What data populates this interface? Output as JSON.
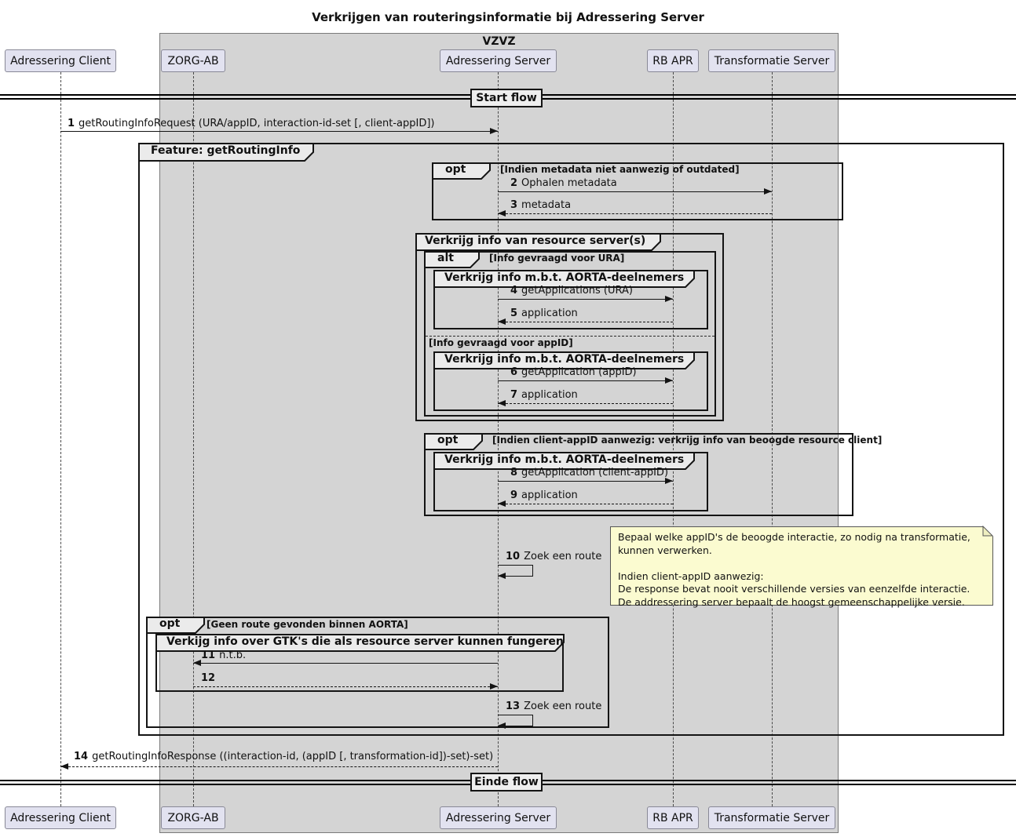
{
  "diagram_title": "Verkrijgen van routeringsinformatie bij Adressering Server",
  "container": {
    "label": "VZVZ"
  },
  "participants": [
    "Adressering Client",
    "ZORG-AB",
    "Adressering Server",
    "RB APR",
    "Transformatie Server"
  ],
  "dividers": {
    "start": "Start flow",
    "end": "Einde flow"
  },
  "frames": {
    "feature": {
      "label": "Feature: getRoutingInfo"
    },
    "opt_metadata": {
      "operator": "opt",
      "guard": "[Indien metadata niet aanwezig of outdated]"
    },
    "group_resource": {
      "label": "Verkrijg info van resource server(s)"
    },
    "alt": {
      "operator": "alt",
      "guard_ura": "[Info gevraagd voor URA]",
      "guard_appid": "[Info gevraagd voor appID]"
    },
    "group_aorta_1": {
      "label": "Verkrijg info m.b.t. AORTA-deelnemers"
    },
    "group_aorta_2": {
      "label": "Verkrijg info m.b.t. AORTA-deelnemers"
    },
    "opt_client": {
      "operator": "opt",
      "guard": "[Indien client-appID aanwezig: verkrijg info van beoogde resource client]"
    },
    "group_aorta_3": {
      "label": "Verkrijg info m.b.t. AORTA-deelnemers"
    },
    "opt_no_route": {
      "operator": "opt",
      "guard": "[Geen route gevonden binnen AORTA]"
    },
    "group_gtk": {
      "label": "Verkijg info over GTK's die als resource server kunnen fungeren"
    }
  },
  "messages": [
    {
      "num": "1",
      "text": "getRoutingInfoRequest (URA/appID, interaction-id-set [, client-appID])"
    },
    {
      "num": "2",
      "text": "Ophalen metadata"
    },
    {
      "num": "3",
      "text": "metadata"
    },
    {
      "num": "4",
      "text": "getApplications (URA)"
    },
    {
      "num": "5",
      "text": "application"
    },
    {
      "num": "6",
      "text": "getApplication (appID)"
    },
    {
      "num": "7",
      "text": "application"
    },
    {
      "num": "8",
      "text": "getApplication (client-appID)"
    },
    {
      "num": "9",
      "text": "application"
    },
    {
      "num": "10",
      "text": "Zoek een route"
    },
    {
      "num": "11",
      "text": "n.t.b."
    },
    {
      "num": "12",
      "text": ""
    },
    {
      "num": "13",
      "text": "Zoek een route"
    },
    {
      "num": "14",
      "text": "getRoutingInfoResponse ((interaction-id, (appID [, transformation-id])-set)-set)"
    }
  ],
  "note": {
    "text": "Bepaal welke appID's de beoogde interactie, zo nodig na transformatie, kunnen verwerken.\n\nIndien client-appID aanwezig:\nDe response bevat nooit verschillende versies van eenzelfde interactie.\nDe addressering server bepaalt de hoogst gemeenschappelijke versie."
  },
  "colors": {
    "participant_fill": "#E2E2F0",
    "participant_border": "#888896",
    "container_fill": "#D4D4D4",
    "frame_border": "#141414",
    "tab_fill": "#EBEBEB",
    "note_fill": "#FBFBD0",
    "divider_fill": "#EEEEEE"
  }
}
